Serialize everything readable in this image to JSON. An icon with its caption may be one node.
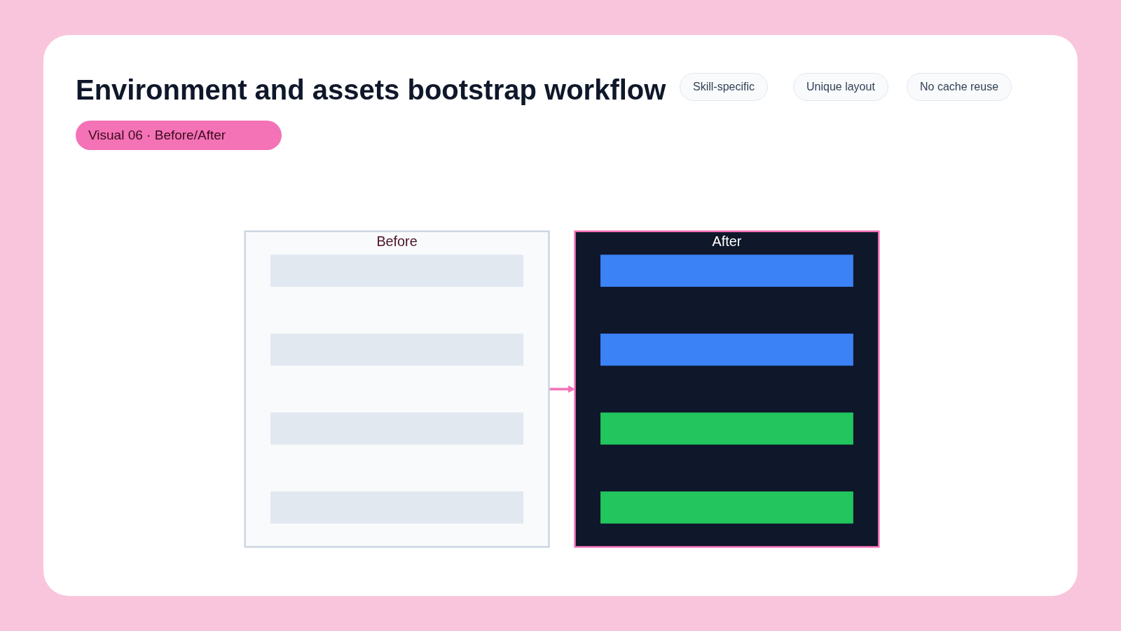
{
  "diagram": {
    "title": "Environment and assets bootstrap workflow",
    "nodes": [
      {
        "text": [
          "Before"
        ]
      },
      {
        "text": [],
        "shape": "bar",
        "in": 0
      },
      {
        "text": [],
        "shape": "bar",
        "in": 0
      },
      {
        "text": [],
        "shape": "bar",
        "in": 0
      },
      {
        "text": [],
        "shape": "bar",
        "in": 0
      },
      {
        "text": [
          "After"
        ]
      },
      {
        "text": [],
        "shape": "bar",
        "in": 5
      },
      {
        "text": [],
        "shape": "bar",
        "in": 5
      },
      {
        "text": [],
        "shape": "bar",
        "in": 5
      },
      {
        "text": [],
        "shape": "bar",
        "in": 5
      }
    ],
    "edges": [
      {
        "from": 0,
        "to": 5,
        "arrow": "to"
      }
    ],
    "labels": [
      "Visual 06 · Before/After",
      "Skill-specific",
      "Unique layout",
      "No cache reuse"
    ]
  }
}
